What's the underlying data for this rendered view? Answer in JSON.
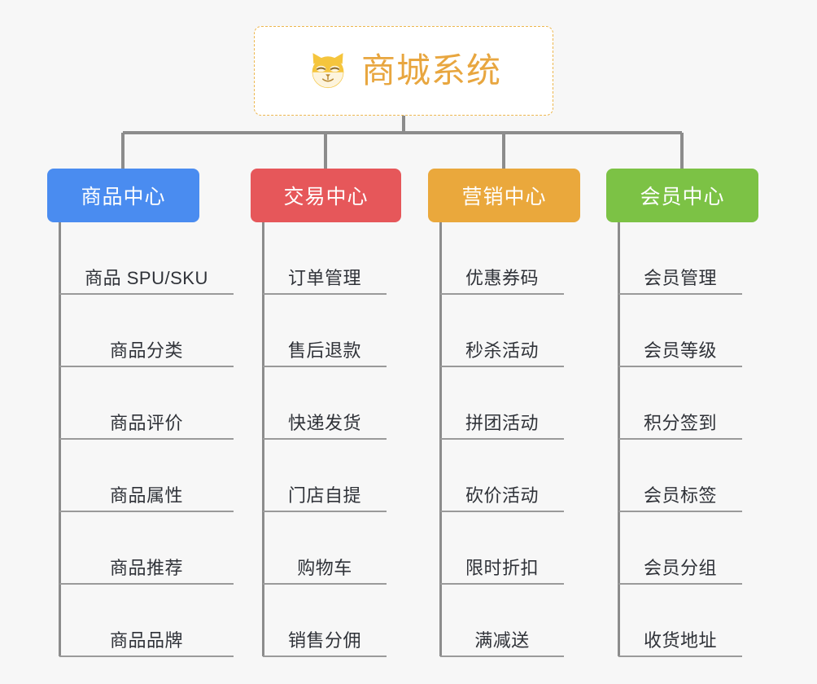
{
  "canvas": {
    "background_color": "#f7f7f7",
    "line_color": "#8c8c8c"
  },
  "root": {
    "title": "商城系统",
    "icon": "shiba-dog-face-icon",
    "text_color": "#e8a63f",
    "border_color": "#edb74e",
    "background_color": "#ffffff"
  },
  "branches": [
    {
      "label": "商品中心",
      "color": "#4a8cf0",
      "items": [
        "商品 SPU/SKU",
        "商品分类",
        "商品评价",
        "商品属性",
        "商品推荐",
        "商品品牌"
      ]
    },
    {
      "label": "交易中心",
      "color": "#e6575a",
      "items": [
        "订单管理",
        "售后退款",
        "快递发货",
        "门店自提",
        "购物车",
        "销售分佣"
      ]
    },
    {
      "label": "营销中心",
      "color": "#eaa83c",
      "items": [
        "优惠券码",
        "秒杀活动",
        "拼团活动",
        "砍价活动",
        "限时折扣",
        "满减送"
      ]
    },
    {
      "label": "会员中心",
      "color": "#7cc245",
      "items": [
        "会员管理",
        "会员等级",
        "积分签到",
        "会员标签",
        "会员分组",
        "收货地址"
      ]
    }
  ]
}
